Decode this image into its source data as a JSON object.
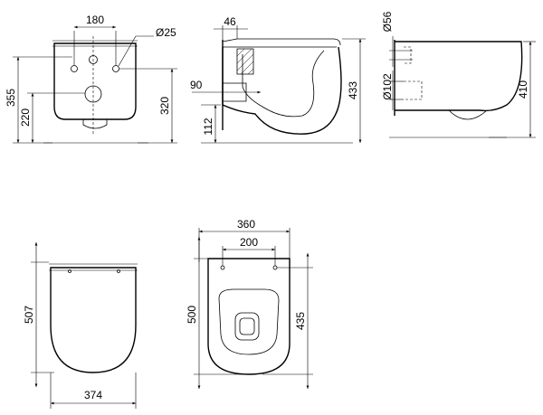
{
  "dimensions": {
    "front": {
      "width_holes": "180",
      "hole_diameter": "Ø25",
      "height_top": "355",
      "height_inner": "220",
      "height_right": "320"
    },
    "side": {
      "top_offset": "46",
      "pipe_height": "90",
      "total_height": "433",
      "bottom_height": "112"
    },
    "right": {
      "top_diameter": "Ø56",
      "pipe_diameter": "Ø102",
      "height": "410"
    },
    "back": {
      "depth": "507",
      "width": "374"
    },
    "top": {
      "overall_width": "360",
      "hole_spacing": "200",
      "overall_depth": "500",
      "inner_depth": "435"
    }
  }
}
